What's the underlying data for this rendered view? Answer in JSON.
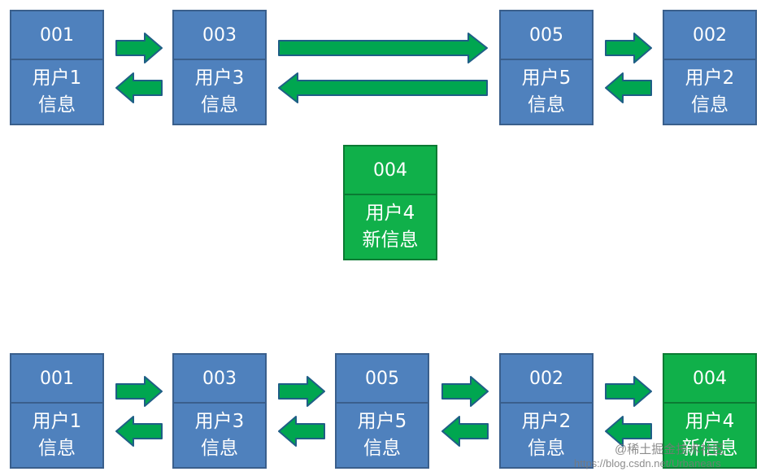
{
  "top_nodes": [
    {
      "id": "001",
      "info": [
        "用户1",
        "信息"
      ]
    },
    {
      "id": "003",
      "info": [
        "用户3",
        "信息"
      ]
    },
    {
      "id": "005",
      "info": [
        "用户5",
        "信息"
      ]
    },
    {
      "id": "002",
      "info": [
        "用户2",
        "信息"
      ]
    }
  ],
  "new_node": {
    "id": "004",
    "info": [
      "用户4",
      "新信息"
    ]
  },
  "bottom_nodes": [
    {
      "id": "001",
      "info": [
        "用户1",
        "信息"
      ]
    },
    {
      "id": "003",
      "info": [
        "用户3",
        "信息"
      ]
    },
    {
      "id": "005",
      "info": [
        "用户5",
        "信息"
      ]
    },
    {
      "id": "002",
      "info": [
        "用户2",
        "信息"
      ]
    },
    {
      "id": "004",
      "info": [
        "用户4",
        "新信息"
      ]
    }
  ],
  "colors": {
    "node_blue": "#4f81bd",
    "node_green": "#10b04a",
    "arrow_green": "#00a650",
    "arrow_outline": "#1f5e86"
  },
  "watermark": {
    "line1": "@稀土掘金技术社区",
    "line2": "https://blog.csdn.net/Urbanears"
  }
}
